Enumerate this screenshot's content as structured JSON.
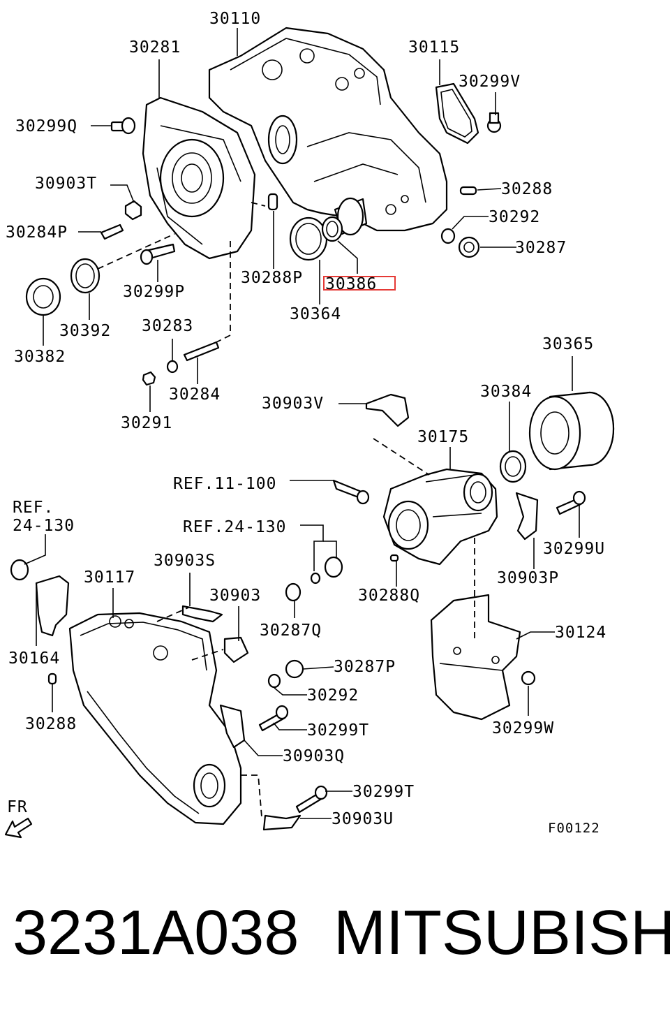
{
  "diagram": {
    "drawing_code": "F00122",
    "direction_label": "FR",
    "highlight_color": "#e53935",
    "highlighted_part": "30386",
    "callouts": [
      "30110",
      "30281",
      "30115",
      "30299V",
      "30299Q",
      "30903T",
      "30288",
      "30284P",
      "30292",
      "30287",
      "30299P",
      "30288P",
      "30386",
      "30364",
      "30392",
      "30382",
      "30283",
      "30284",
      "30291",
      "30365",
      "30903V",
      "30384",
      "30175",
      "REF.11-100",
      "REF.",
      "24-130",
      "30299U",
      "REF.24-130",
      "30903S",
      "30117",
      "30903",
      "30288Q",
      "30903P",
      "30164",
      "30287Q",
      "30124",
      "30287P",
      "30292",
      "30288",
      "30299W",
      "30299T",
      "30903Q",
      "30299T",
      "30903U"
    ]
  },
  "footer": {
    "part_number": "3231A038",
    "brand": "MITSUBISHI"
  }
}
